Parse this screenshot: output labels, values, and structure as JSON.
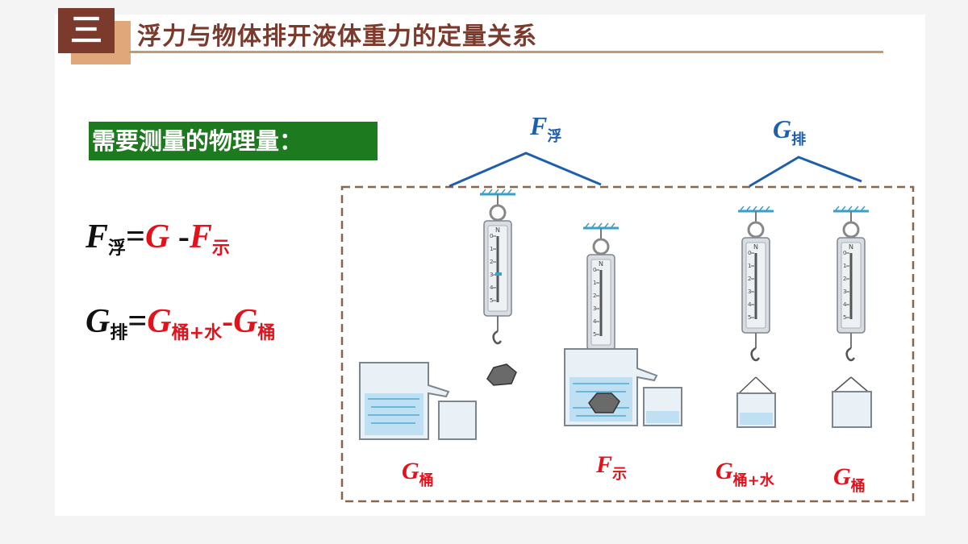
{
  "header": {
    "number": "三",
    "title": "浮力与物体排开液体重力的定量关系"
  },
  "label": "需要测量的物理量：",
  "formula1": {
    "F": "F",
    "F_sub": "浮",
    "eq": "=",
    "G": "G",
    "minus": " -",
    "F2": "F",
    "F2_sub": "示"
  },
  "formula2": {
    "G": "G",
    "G_sub": "排",
    "eq": "=",
    "G1": "G",
    "G1_sub": "桶+水",
    "minus": "-",
    "G2": "G",
    "G2_sub": "桶"
  },
  "brace_labels": {
    "f_float": {
      "main": "F",
      "sub": "浮"
    },
    "g_disp": {
      "main": "G",
      "sub": "排"
    }
  },
  "captions": [
    {
      "main": "G",
      "sub": "桶"
    },
    {
      "main": "F",
      "sub": "示"
    },
    {
      "main": "G",
      "sub": "桶+水"
    },
    {
      "main": "G",
      "sub": "桶"
    }
  ],
  "scale": {
    "unit": "N",
    "ticks": [
      "0",
      "1",
      "2",
      "3",
      "4",
      "5"
    ]
  },
  "colors": {
    "accent_brown": "#7b3a2c",
    "title_line": "#c79970",
    "label_green": "#1e7a1e",
    "formula_red": "#e4101a",
    "diagram_blue": "#1d5fae",
    "dash_border": "#8a6548"
  }
}
